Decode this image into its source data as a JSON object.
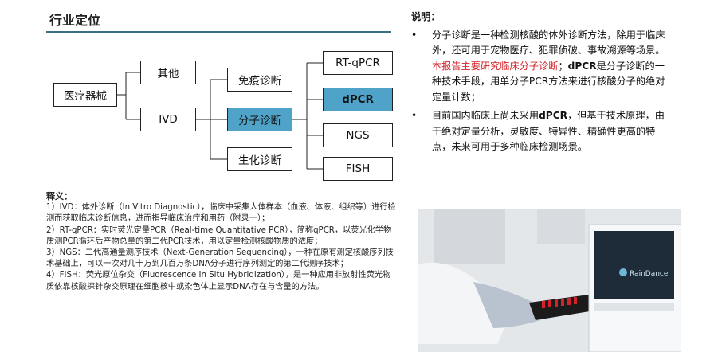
{
  "page": {
    "title": "行业定位"
  },
  "diagram": {
    "nodes": {
      "root": "医疗器械",
      "other": "其他",
      "ivd": "IVD",
      "immuno": "免疫诊断",
      "molecular": "分子诊断",
      "biochem": "生化诊断",
      "rtqpcr": "RT-qPCR",
      "dpcr": "dPCR",
      "ngs": "NGS",
      "fish": "FISH"
    }
  },
  "notes": {
    "heading": "释义：",
    "items": [
      "1）IVD：体外诊断（In Vitro Diagnostic），临床中采集人体样本（血液、体液、组织等）进行检测而获取临床诊断信息，进而指导临床治疗和用药（附录一）；",
      "2）RT-qPCR：实时荧光定量PCR（Real-time Quantitative PCR），简称qPCR，以荧光化学物质测PCR循环后产物总量的第二代PCR技术，用以定量检测核酸物质的浓度；",
      "3）NGS：二代高通量测序技术（Next-Generation Sequencing），一种在原有测定核酸序列技术基础上，可以一次对几十万到几百万条DNA分子进行序列测定的第二代测序技术；",
      "4）FISH：荧光原位杂交（Fluorescence In Situ Hybridization），是一种应用非放射性荧光物质依靠核酸探针杂交原理在细胞核中或染色体上显示DNA存在与含量的方法。"
    ]
  },
  "explain": {
    "heading": "说明：",
    "bullet": "•",
    "b1": {
      "part1": "分子诊断是一种检测核酸的体外诊断方法，除用于临床外，还可用于宠物医疗、犯罪侦破、事故溯源等场景。",
      "part2_red": "本报告主要研究临床分子诊断",
      "part3": "；",
      "part4_bold": "dPCR",
      "part5": "是分子诊断的一种技术手段，用单分子PCR方法来进行核酸分子的绝对定量计数；"
    },
    "b2": {
      "part1": "目前国内临床上尚未采用",
      "part2_bold": "dPCR",
      "part3": "，但基于技术原理，由于绝对定量分析，灵敏度、特异性、精确性更高的特点，未来可用于多种临床检测场景。"
    }
  },
  "photo": {
    "brand": "RainDance"
  },
  "colors": {
    "highlight": "#4fa3c9",
    "rule": "#3b6e80",
    "red_text": "#d2232a"
  }
}
